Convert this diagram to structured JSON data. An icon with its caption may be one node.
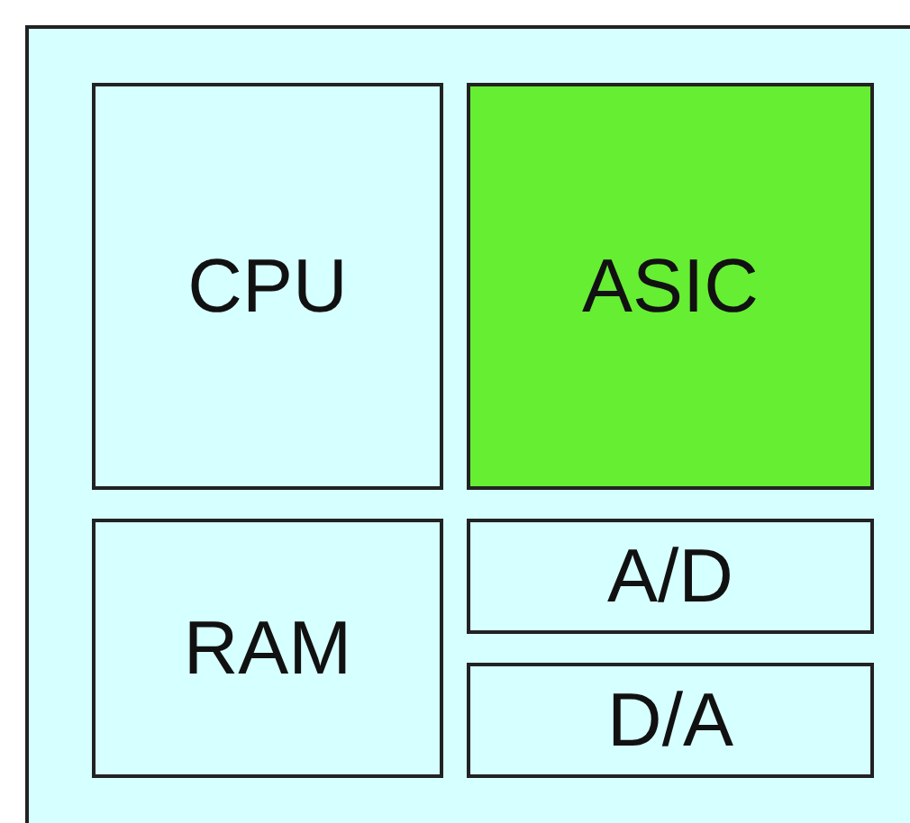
{
  "diagram": {
    "nodes": [
      {
        "text": [],
        "shape": "box"
      },
      {
        "text": [
          "CPU"
        ],
        "in": 0
      },
      {
        "text": [
          "ASIC"
        ],
        "in": 0
      },
      {
        "text": [
          "RAM"
        ],
        "in": 0
      },
      {
        "text": [
          "A/D"
        ],
        "in": 0
      },
      {
        "text": [
          "D/A"
        ],
        "in": 0
      }
    ]
  }
}
